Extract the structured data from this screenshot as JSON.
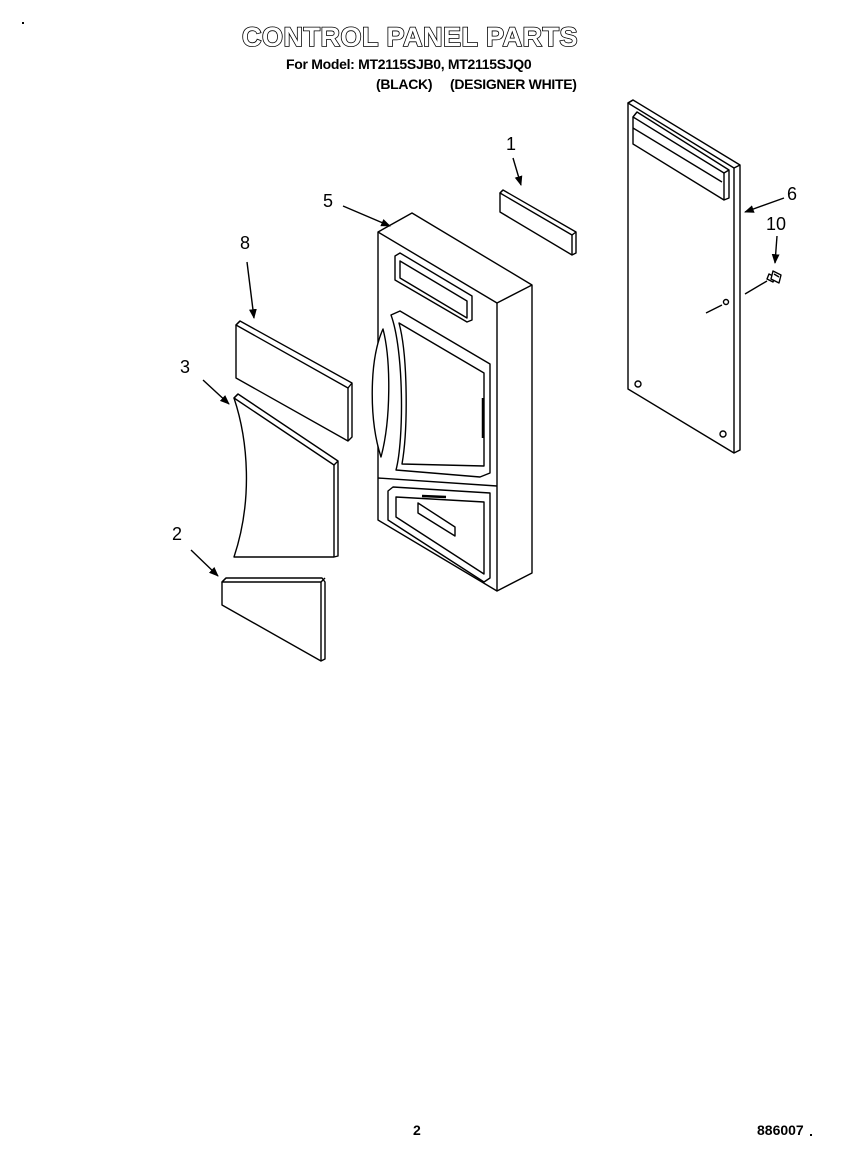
{
  "header": {
    "title": "CONTROL PANEL PARTS",
    "model_line": "For Model: MT2115SJB0, MT2115SJQ0",
    "finish_black": "(BLACK)",
    "finish_white": "(DESIGNER WHITE)"
  },
  "callouts": {
    "c1": "1",
    "c2": "2",
    "c3": "3",
    "c5": "5",
    "c6": "6",
    "c8": "8",
    "c10": "10"
  },
  "footer": {
    "page_number": "2",
    "doc_number": "886007"
  }
}
